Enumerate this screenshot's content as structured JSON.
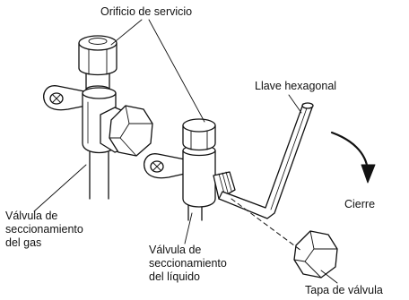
{
  "labels": {
    "service_port": "Orificio de servicio",
    "hex_wrench": "Llave hexagonal",
    "close": "Cierre",
    "gas_valve": [
      "Válvula de",
      "seccionamiento",
      "del gas"
    ],
    "liquid_valve": [
      "Válvula de",
      "seccionamiento",
      "del líquido"
    ],
    "valve_cap": "Tapa de válvula"
  },
  "colors": {
    "line": "#111111",
    "fill": "#ffffff",
    "shade": "#d8d8d8"
  }
}
